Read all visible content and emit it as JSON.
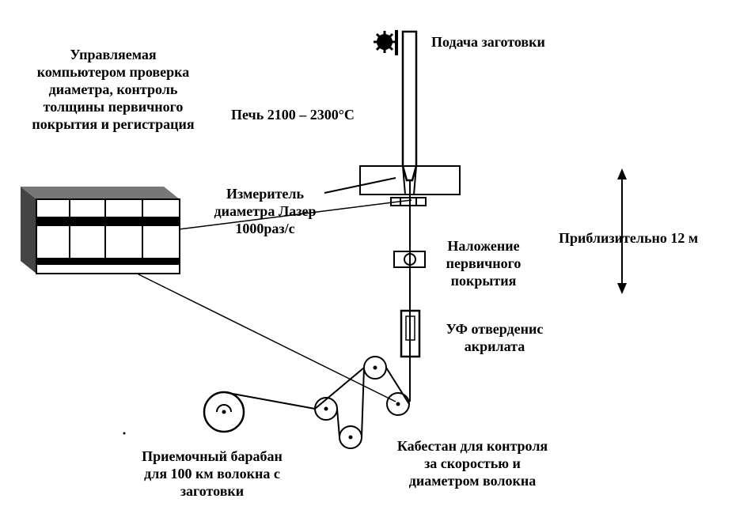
{
  "labels": {
    "preform_feed": "Подача заготовки",
    "furnace": "Печь 2100 – 2300°С",
    "computer": [
      "Управляемая",
      "компьютером проверка",
      "диаметра, контроль",
      "толщины первичного",
      "покрытия и регистрация"
    ],
    "laser_gauge": [
      "Измеритель",
      "диаметра Лазер",
      "1000раз/с"
    ],
    "primary_coating": [
      "Наложение",
      "первичного",
      "покрытия"
    ],
    "height": "Приблизительно 12 м",
    "uv_curing": [
      "УФ отверденис",
      "акрилата"
    ],
    "capstan": [
      "Кабестан для контроля",
      "за скоростью и",
      "диаметром волокна"
    ],
    "takeup_drum": [
      "Приемочный барабан",
      "для 100 км волокна с",
      "заготовки"
    ]
  }
}
